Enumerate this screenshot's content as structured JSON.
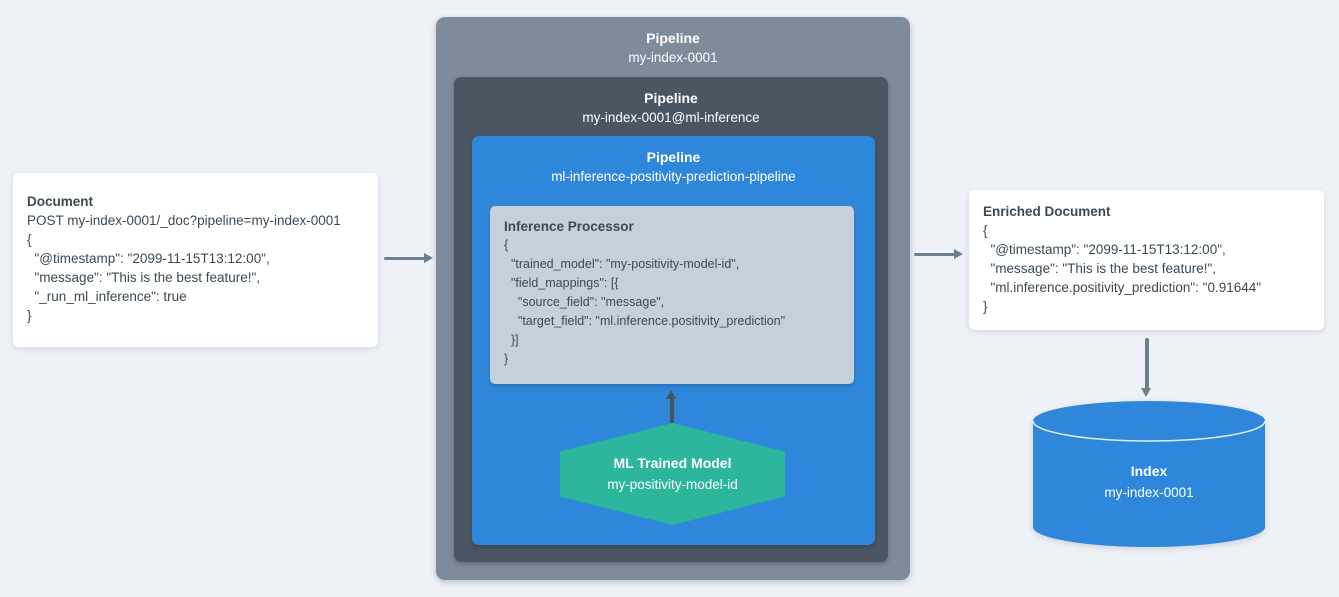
{
  "colors": {
    "background": "#eef1f6",
    "card_bg": "#ffffff",
    "card_text": "#3b4a56",
    "pipeline_outer_bg": "#7d8b9a",
    "pipeline_middle_bg": "#4a5763",
    "pipeline_inner_bg": "#2e87db",
    "processor_bg": "#c6d0da",
    "model_hexagon_bg": "#2cb69c",
    "index_cylinder_bg": "#2e87db",
    "arrow_gray": "#6e7f8e",
    "arrow_dark": "#4a525b",
    "white_text": "#ffffff"
  },
  "document_card": {
    "title": "Document",
    "lines": [
      "POST my-index-0001/_doc?pipeline=my-index-0001",
      "{",
      "  \"@timestamp\": \"2099-11-15T13:12:00\",",
      "  \"message\": \"This is the best feature!\",",
      "  \"_run_ml_inference\": true",
      "}"
    ]
  },
  "pipeline_outer": {
    "label": "Pipeline",
    "name": "my-index-0001"
  },
  "pipeline_middle": {
    "label": "Pipeline",
    "name": "my-index-0001@ml-inference"
  },
  "pipeline_inner": {
    "label": "Pipeline",
    "name": "ml-inference-positivity-prediction-pipeline"
  },
  "inference_processor": {
    "title": "Inference Processor",
    "lines": [
      "{",
      "  \"trained_model\": \"my-positivity-model-id\",",
      "  \"field_mappings\": [{",
      "    \"source_field\": \"message\",",
      "    \"target_field\": \"ml.inference.positivity_prediction\"",
      "  }]",
      "}"
    ]
  },
  "ml_trained_model": {
    "label": "ML Trained Model",
    "name": "my-positivity-model-id"
  },
  "enriched_document_card": {
    "title": "Enriched Document",
    "lines": [
      "{",
      "  \"@timestamp\": \"2099-11-15T13:12:00\",",
      "  \"message\": \"This is the best feature!\",",
      "  \"ml.inference.positivity_prediction\": \"0.91644\"",
      "}"
    ]
  },
  "index": {
    "label": "Index",
    "name": "my-index-0001"
  }
}
